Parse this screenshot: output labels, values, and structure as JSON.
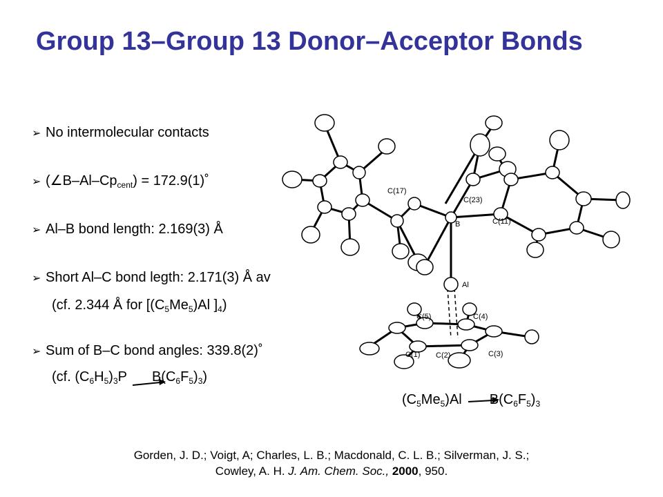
{
  "title": "Group 13–Group 13 Donor–Acceptor Bonds",
  "bullets": {
    "b1": "No intermolecular contacts",
    "b2_open": "(",
    "b2_angle": "∠",
    "b2_text": "B–Al–Cp",
    "b2_sub": "cent",
    "b2_tail": ") = 172.9(1)˚",
    "b3": "Al–B bond length: 2.169(3) Å",
    "b4": "Short Al–C bond legth: 2.171(3) Å av",
    "b4_cf_pre": "(cf. 2.344 Å  for [(C",
    "b4_cf_sub1": "5",
    "b4_cf_mid": "Me",
    "b4_cf_sub2": "5",
    "b4_cf_tail": ")Al ]",
    "b4_cf_sub3": "4",
    "b4_cf_close": ")",
    "b5": "Sum of B–C bond angles: 339.8(2)˚",
    "b5_cf_pre": "(cf. (C",
    "b5_cf_s1": "6",
    "b5_cf_h": "H",
    "b5_cf_s2": "5",
    "b5_cf_p": ")",
    "b5_cf_s3": "3",
    "b5_cf_P": "P",
    "b5_cf_B": "B(C",
    "b5_cf_s4": "6",
    "b5_cf_F": "F",
    "b5_cf_s5": "5",
    "b5_cf_c": ")",
    "b5_cf_s6": "3",
    "b5_cf_end": ")"
  },
  "caption": {
    "pre": "(C",
    "s1": "5",
    "me": "Me",
    "s2": "5",
    "al": ")Al",
    "b": "B(C",
    "s3": "6",
    "f": "F",
    "s4": "5",
    "c": ")",
    "s5": "3"
  },
  "structure_labels": {
    "c17": "C(17)",
    "c23": "C(23)",
    "c11": "C(11)",
    "b": "B",
    "al": "Al",
    "c5": "C(5)",
    "c4": "C(4)",
    "c1": "C(1)",
    "c2": "C(2)",
    "c3": "C(3)"
  },
  "reference": {
    "line1": "Gorden, J. D.; Voigt, A; Charles, L. B.; Macdonald, C. L. B.; Silverman, J. S.;",
    "line2_pre": "Cowley, A. H. ",
    "journal": "J. Am. Chem. Soc.,",
    "year": " 2000",
    "pages": ", 950."
  },
  "colors": {
    "title": "#333399",
    "text": "#000000"
  }
}
